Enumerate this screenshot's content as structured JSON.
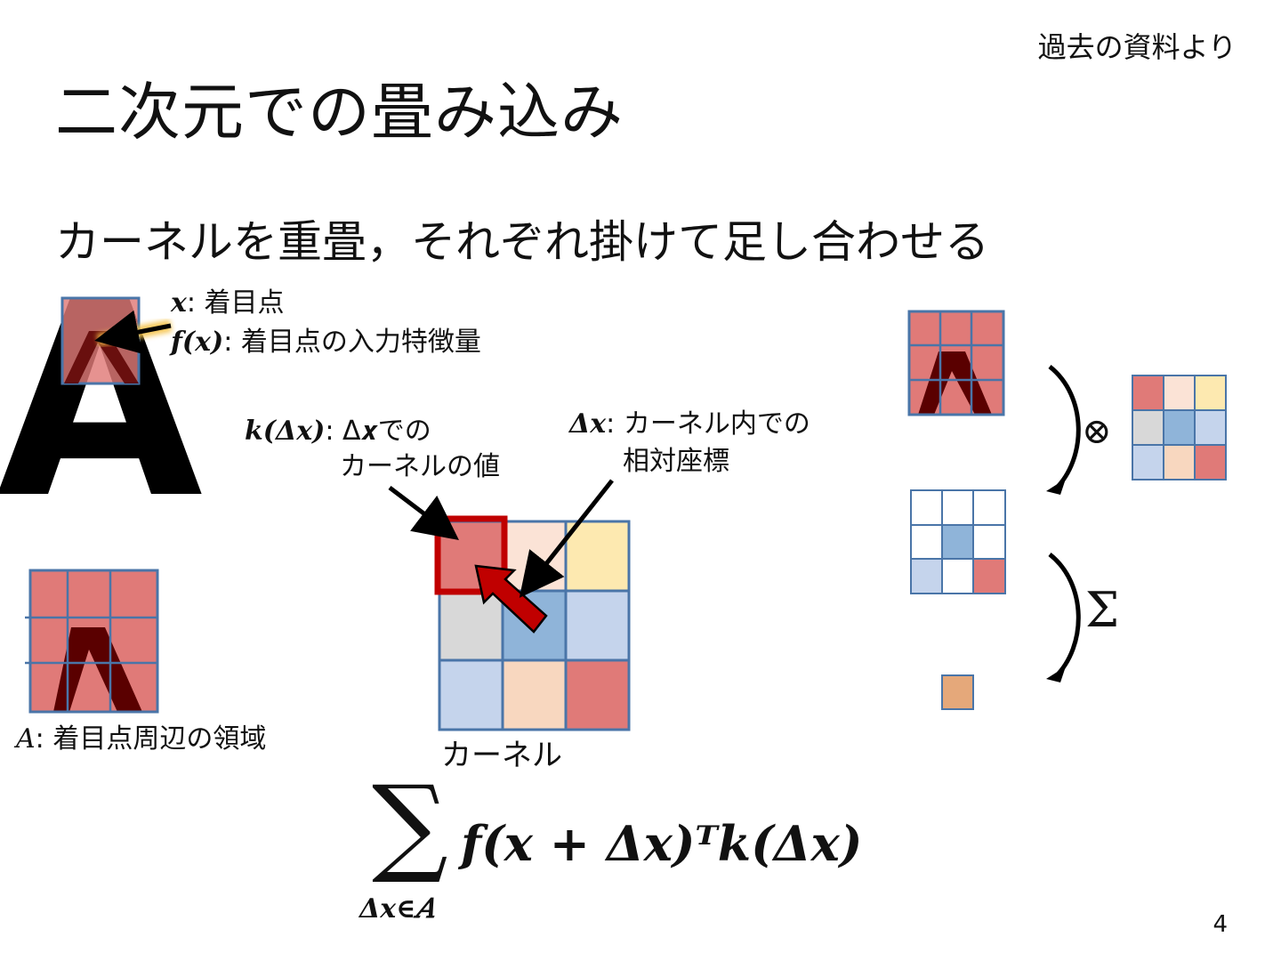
{
  "source_note": "過去の資料より",
  "title": "二次元での畳み込み",
  "subtitle": "カーネルを重畳，それぞれ掛けて足し合わせる",
  "big_letter": "A",
  "labels": {
    "x_sym": "𝒙",
    "x_desc": ": 着目点",
    "fx_sym": "𝒇(𝒙)",
    "fx_desc": ": 着目点の入力特徴量",
    "k_sym": "𝒌(Δ𝒙)",
    "k_desc1": ": Δ𝒙での",
    "k_desc2": "カーネルの値",
    "dx_sym": "Δ𝒙",
    "dx_desc1": ": カーネル内での",
    "dx_desc2": "相対座標",
    "a_sym": "𝐴",
    "a_desc": ": 着目点周辺の領域",
    "kernel_caption": "カーネル"
  },
  "formula": {
    "sum_symbol": "∑",
    "subscript": "Δ𝒙∈𝐴",
    "body": "𝒇(𝒙 + Δ𝒙)ᵀ𝒌(Δ𝒙)"
  },
  "operators": {
    "product": "⊗",
    "sum": "Σ"
  },
  "colors": {
    "patch_red": "#e07a78",
    "letter_dark": "#5a0000",
    "grid_blue": "#4a75a8",
    "highlight_red": "#c00000",
    "kernel": [
      "#e07a78",
      "#fbe3d6",
      "#fde9b0",
      "#d8d8d8",
      "#8fb4d9",
      "#c5d4ec",
      "#c5d4ec",
      "#f8d7bf",
      "#e07a78"
    ],
    "result_cell": "#e5a87a"
  },
  "page_number": "4"
}
